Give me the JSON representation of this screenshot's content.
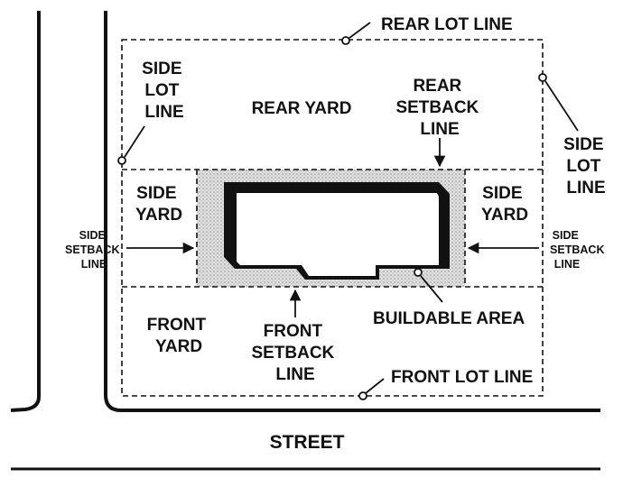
{
  "labels": {
    "rear_lot_line": "REAR LOT LINE",
    "rear_yard": "REAR YARD",
    "rear_setback": [
      "REAR",
      "SETBACK",
      "LINE"
    ],
    "side_lot_line_left": [
      "SIDE",
      "LOT",
      "LINE"
    ],
    "side_lot_line_right": [
      "SIDE",
      "LOT",
      "LINE"
    ],
    "side_yard_left": [
      "SIDE",
      "YARD"
    ],
    "side_yard_right": [
      "SIDE",
      "YARD"
    ],
    "side_setback_left": [
      "SIDE",
      "SETBACK",
      "LINE"
    ],
    "side_setback_right": [
      "SIDE",
      "SETBACK",
      "LINE"
    ],
    "front_yard": [
      "FRONT",
      "YARD"
    ],
    "front_setback": [
      "FRONT",
      "SETBACK",
      "LINE"
    ],
    "buildable_area": "BUILDABLE AREA",
    "front_lot_line": "FRONT LOT LINE",
    "street": "STREET"
  },
  "colors": {
    "ink": "#111111",
    "buildable_fill": "#c8c8c8",
    "background": "#ffffff"
  }
}
